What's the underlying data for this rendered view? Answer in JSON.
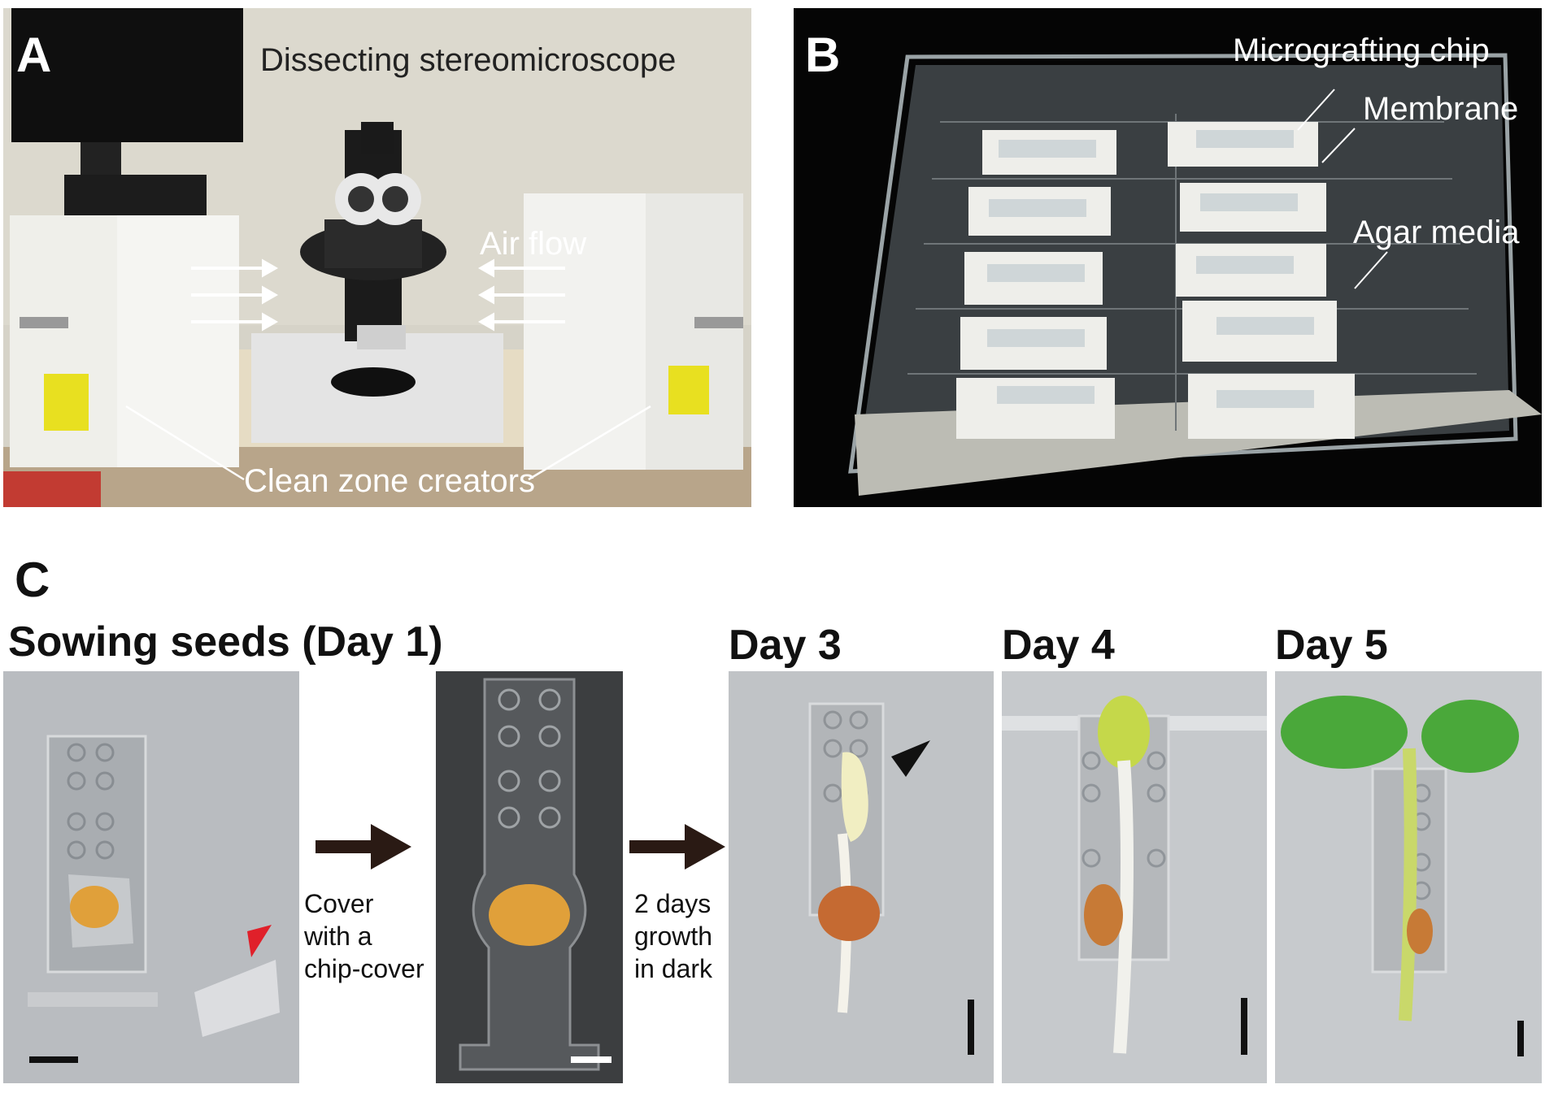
{
  "panel_a": {
    "letter": "A",
    "title": "Dissecting stereomicroscope",
    "airflow": "Air flow",
    "clean_zone": "Clean zone creators"
  },
  "panel_b": {
    "letter": "B",
    "chip": "Micrografting chip",
    "membrane": "Membrane",
    "agar": "Agar media"
  },
  "panel_c": {
    "letter": "C",
    "sowing": "Sowing seeds (Day 1)",
    "day3": "Day 3",
    "day4": "Day 4",
    "day5": "Day 5",
    "cover_lines": [
      "Cover",
      "with a",
      "chip-cover"
    ],
    "growth_lines": [
      "2 days",
      "growth",
      "in dark"
    ]
  },
  "colors": {
    "seed": "#e0a03a",
    "cotyledon": "#4aa83a",
    "arrow_red": "#e0202a"
  }
}
